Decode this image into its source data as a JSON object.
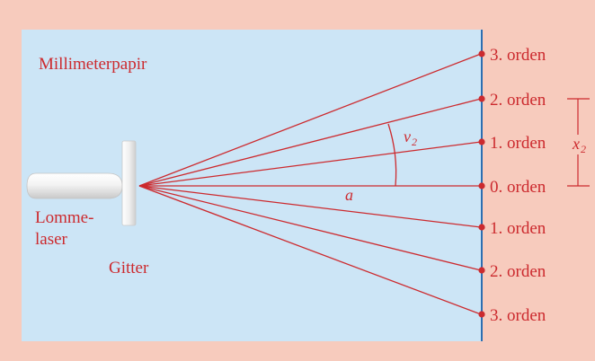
{
  "diagram": {
    "paper_label": "Millimeterpapir",
    "laser_label_line1": "Lomme-",
    "laser_label_line2": "laser",
    "grating_label": "Gitter",
    "angle_label": "v",
    "angle_subscript": "2",
    "distance_label": "a",
    "spacing_label": "x",
    "spacing_subscript": "2",
    "orders_upper": [
      "3. orden",
      "2. orden",
      "1. orden",
      "0. orden"
    ],
    "orders_lower": [
      "1. orden",
      "2. orden",
      "3. orden"
    ],
    "colors": {
      "outer_background": "#f7cbbd",
      "paper": "#cce5f6",
      "beam": "#cc2a2e",
      "screen": "#2c6fb2",
      "text": "#cc2a2e"
    }
  }
}
